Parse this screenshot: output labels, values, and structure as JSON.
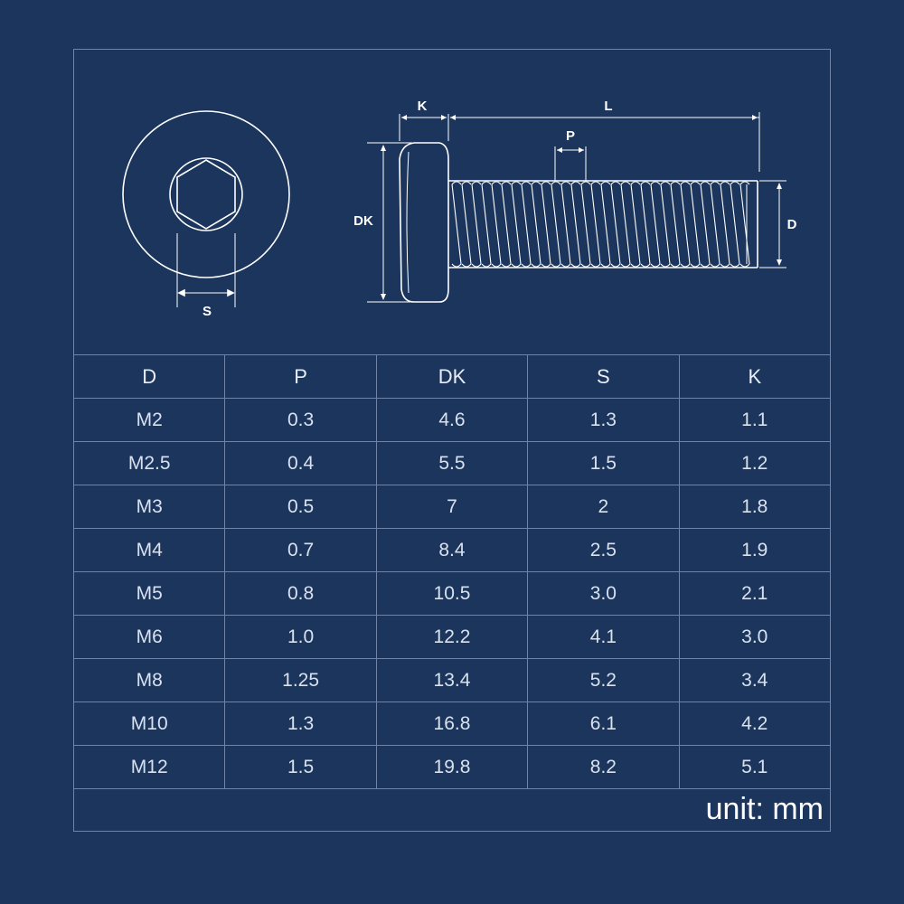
{
  "diagram": {
    "labels": {
      "s": "S",
      "k": "K",
      "l": "L",
      "p": "P",
      "dk": "DK",
      "d": "D"
    }
  },
  "table": {
    "headers": [
      "D",
      "P",
      "DK",
      "S",
      "K"
    ],
    "rows": [
      [
        "M2",
        "0.3",
        "4.6",
        "1.3",
        "1.1"
      ],
      [
        "M2.5",
        "0.4",
        "5.5",
        "1.5",
        "1.2"
      ],
      [
        "M3",
        "0.5",
        "7",
        "2",
        "1.8"
      ],
      [
        "M4",
        "0.7",
        "8.4",
        "2.5",
        "1.9"
      ],
      [
        "M5",
        "0.8",
        "10.5",
        "3.0",
        "2.1"
      ],
      [
        "M6",
        "1.0",
        "12.2",
        "4.1",
        "3.0"
      ],
      [
        "M8",
        "1.25",
        "13.4",
        "5.2",
        "3.4"
      ],
      [
        "M10",
        "1.3",
        "16.8",
        "6.1",
        "4.2"
      ],
      [
        "M12",
        "1.5",
        "19.8",
        "8.2",
        "5.1"
      ]
    ]
  },
  "footer": {
    "unit": "unit: mm"
  },
  "colors": {
    "background": "#1c355d",
    "grid": "#6f84a6",
    "line": "#ffffff"
  }
}
